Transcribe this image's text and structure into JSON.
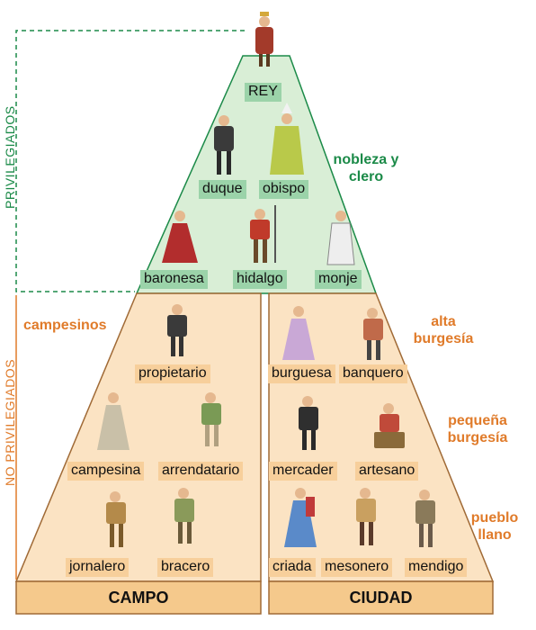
{
  "groups": {
    "privileged": "PRIVILEGIADOS",
    "non_privileged": "NO PRIVILEGIADOS"
  },
  "annotations": {
    "nobility_clergy": [
      "nobleza y",
      "clero"
    ],
    "peasants": "campesinos",
    "high_bourgeoisie": [
      "alta",
      "burgesía"
    ],
    "petty_bourgeoisie": [
      "pequeña",
      "burgesía"
    ],
    "common_people": [
      "pueblo",
      "llano"
    ]
  },
  "levels": {
    "king": "REY",
    "nobility": [
      "duque",
      "obispo"
    ],
    "lower_nobility": [
      "baronesa",
      "hidalgo",
      "monje"
    ]
  },
  "campo": {
    "title": "CAMPO",
    "roles": [
      "propietario",
      "campesina",
      "arrendatario",
      "jornalero",
      "bracero"
    ]
  },
  "ciudad": {
    "title": "CIUDAD",
    "roles": [
      "burguesa",
      "banquero",
      "mercader",
      "artesano",
      "criada",
      "mesonero",
      "mendigo"
    ]
  },
  "colors": {
    "green_fill": "#d9eed6",
    "green_line": "#1b8a48",
    "green_label": "#9bd3a9",
    "orange_fill": "#fbe3c3",
    "orange_line": "#a06a36",
    "orange_label": "#f7cf9b",
    "orange_text": "#e07b2a",
    "base_fill": "#f5c98c"
  }
}
